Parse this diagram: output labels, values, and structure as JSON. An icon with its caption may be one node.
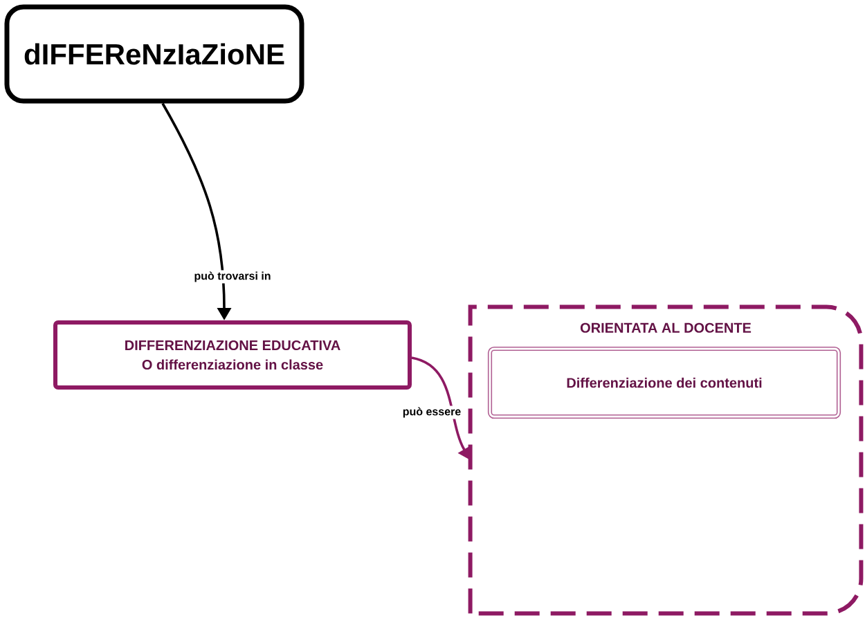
{
  "diagram": {
    "nodes": [
      {
        "text": [
          "dIFFEReNzIaZioNE"
        ]
      },
      {
        "text": [
          "DIFFERENZIAZIONE EDUCATIVA",
          "O differenziazione in classe"
        ]
      },
      {
        "text": [
          "ORIENTATA AL DOCENTE"
        ]
      },
      {
        "text": [
          "Differenziazione dei contenuti"
        ],
        "in": 2
      }
    ],
    "edges": [
      {
        "from": 0,
        "to": 1,
        "arrow": "to",
        "label": "può trovarsi in"
      },
      {
        "from": 1,
        "to": 2,
        "arrow": "to",
        "label": "può essere",
        "color": "#8e1a63"
      }
    ]
  }
}
